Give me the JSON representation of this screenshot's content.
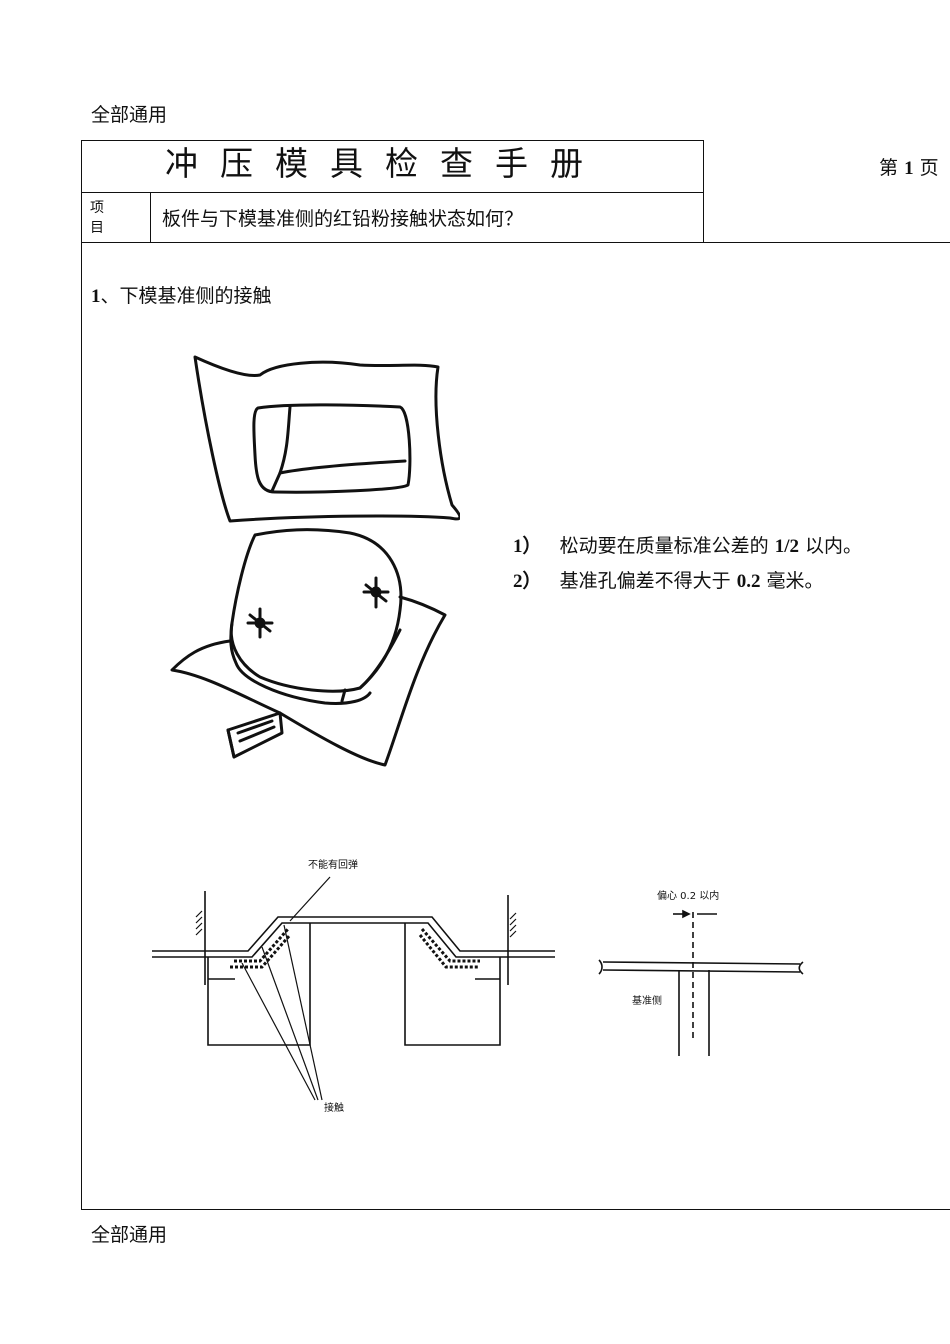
{
  "header": {
    "top_note": "全部通用",
    "title": "冲压模具检查手册",
    "page_prefix": "第",
    "page_number": "1",
    "page_suffix": "页"
  },
  "item": {
    "label_line1": "项",
    "label_line2": "目",
    "text": "板件与下模基准侧的红铅粉接触状态如何？"
  },
  "section": {
    "number": "1",
    "title": "、下模基准侧的接触"
  },
  "points": [
    {
      "num": "1）",
      "pre": "松动要在质量标准公差的 ",
      "bold": "1/2",
      "post": " 以内。"
    },
    {
      "num": "2）",
      "pre": "基准孔偏差不得大于 ",
      "bold": "0.2",
      "post": " 毫米。"
    }
  ],
  "diagram": {
    "label_no_springback": "不能有回弹",
    "label_contact": "接触",
    "label_offset": "偏心 0.2 以内",
    "label_datum": "基准侧"
  },
  "footer": {
    "bottom_note": "全部通用"
  }
}
